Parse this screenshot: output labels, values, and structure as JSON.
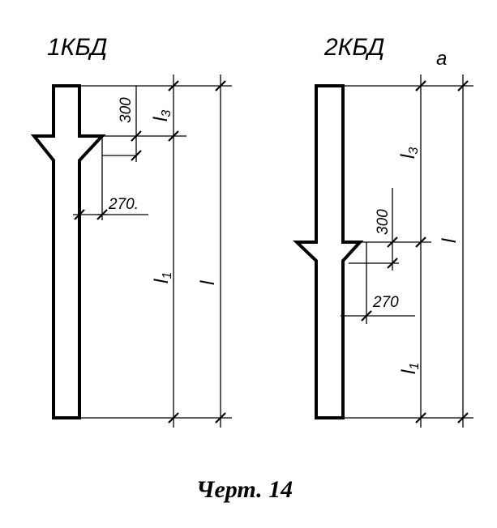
{
  "drawing_1": {
    "title": "1КБД",
    "dim_300": "300",
    "dim_l3": "l",
    "dim_l3_sub": "3",
    "dim_270": "270.",
    "dim_l1": "l",
    "dim_l1_sub": "1",
    "dim_l": "l"
  },
  "drawing_2": {
    "title": "2КБД",
    "marker": "a",
    "dim_l3": "l",
    "dim_l3_sub": "3",
    "dim_300": "300",
    "dim_l": "l",
    "dim_270": "270",
    "dim_l1": "l",
    "dim_l1_sub": "1"
  },
  "caption": "Черт. 14"
}
